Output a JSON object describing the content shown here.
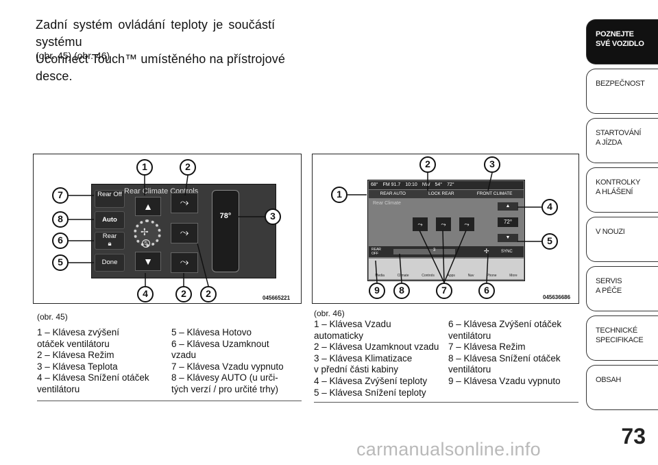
{
  "intro": {
    "line1": "Zadní systém ovládání teploty je součástí systému",
    "line2": "Uconnect Touch™ umístěného na přístrojové desce.",
    "refs": "(obr. 45) (obr. 46)"
  },
  "fig45": {
    "title": "Rear Climate Controls",
    "buttons": [
      "Rear Off",
      "Auto",
      "Rear",
      "Done"
    ],
    "temp": "78°",
    "fan_level": "5",
    "code": "045665221",
    "callouts": [
      "1",
      "2",
      "3",
      "4",
      "2",
      "2",
      "7",
      "8",
      "6",
      "5"
    ],
    "caption": "(obr. 45)",
    "legend_left": [
      "1 – Klávesa zvýšení",
      "otáček ventilátoru",
      "2 – Klávesa Režim",
      "3 – Klávesa Teplota",
      "4 – Klávesa Snížení otáček",
      "ventilátoru"
    ],
    "legend_right": [
      "5 – Klávesa Hotovo",
      "6 – Klávesa Uzamknout",
      "vzadu",
      "7 – Klávesa Vzadu vypnuto",
      "8 – Klávesy AUTO (u urči-",
      "tých verzí / pro určité trhy)"
    ]
  },
  "fig46": {
    "status_bar": [
      "68°",
      "FM 91.7",
      "10:10",
      "NW",
      "54°",
      "72°"
    ],
    "top_buttons": [
      "REAR AUTO",
      "LOCK REAR",
      "FRONT CLIMATE"
    ],
    "screen_title": "Rear Climate",
    "temp": "72°",
    "bottom_left": "REAR OFF",
    "fan_level": "3",
    "sync": "SYNC",
    "nav_labels": [
      "Media",
      "Climate",
      "Controls",
      "Apps",
      "Nav",
      "Phone",
      "More"
    ],
    "code": "045636686",
    "callouts": [
      "1",
      "2",
      "3",
      "4",
      "5",
      "9",
      "8",
      "7",
      "6"
    ],
    "caption": "(obr. 46)",
    "legend_left": [
      "1 – Klávesa Vzadu",
      "automaticky",
      "2 – Klávesa Uzamknout vzadu",
      "3 – Klávesa Klimatizace",
      "v přední části kabiny",
      "4 – Klávesa Zvýšení teploty",
      "5 – Klávesa Snížení teploty"
    ],
    "legend_right": [
      "6 – Klávesa Zvýšení otáček",
      "ventilátoru",
      "7 – Klávesa Režim",
      "8 – Klávesa Snížení otáček",
      "ventilátoru",
      "9 – Klávesa Vzadu vypnuto"
    ]
  },
  "tabs": [
    {
      "label1": "POZNEJTE",
      "label2": "SVÉ VOZIDLO"
    },
    {
      "label1": "BEZPEČNOST",
      "label2": ""
    },
    {
      "label1": "STARTOVÁNÍ",
      "label2": "A JÍZDA"
    },
    {
      "label1": "KONTROLKY",
      "label2": "A HLÁŠENÍ"
    },
    {
      "label1": "V NOUZI",
      "label2": ""
    },
    {
      "label1": "SERVIS",
      "label2": "A PÉČE"
    },
    {
      "label1": "TECHNICKÉ",
      "label2": "SPECIFIKACE"
    },
    {
      "label1": "OBSAH",
      "label2": ""
    }
  ],
  "page_number": "73",
  "watermark": "carmanualsonline.info"
}
